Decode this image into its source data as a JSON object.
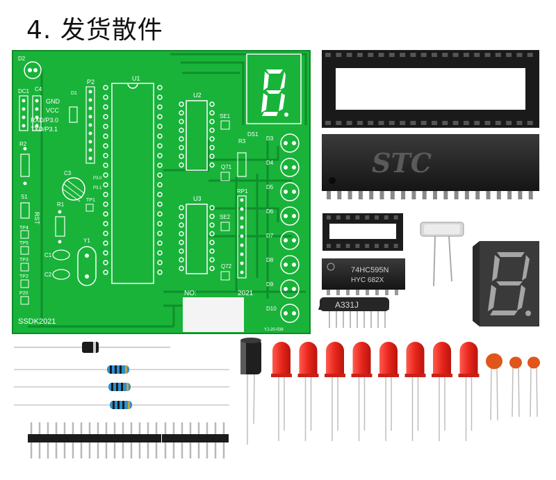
{
  "title": "4. 发货散件",
  "pcb": {
    "board_name": "SSDK2021",
    "year": "2021",
    "no_label": "NO:",
    "version": "YJ-20-038",
    "labels": {
      "d2": "D2",
      "dc1": "DC1",
      "c4": "C4",
      "gnd": "GND",
      "vcc": "VCC",
      "rxd": "RXD/P3.0",
      "txd": "TXD/P3.1",
      "d1": "D1",
      "p2": "P2",
      "u1": "U1",
      "u2": "U2",
      "u3": "U3",
      "se1": "SE1",
      "se2": "SE2",
      "ds1": "DS1",
      "r3": "R3",
      "q71": "Q71",
      "q72": "Q72",
      "rp1": "RP1",
      "r2": "R2",
      "c3": "C3",
      "s1": "S1",
      "rst": "RST",
      "r1": "R1",
      "tp1": "TP1",
      "tp4": "TP4",
      "tp5": "TP5",
      "tp3": "TP3",
      "tp2": "TP2",
      "p20": "P20",
      "c1": "C1",
      "c2": "C2",
      "y1": "Y1",
      "d3": "D3",
      "d4": "D4",
      "d5": "D5",
      "d6": "D6",
      "d7": "D7",
      "d8": "D8",
      "d9": "D9",
      "d10": "D10",
      "p30": "P3.0",
      "p31": "P3.1"
    }
  },
  "chips": {
    "mcu_brand": "STC",
    "shift_register": "74HC595N",
    "shift_register_code": "HYC 682X",
    "resistor_network": "A331J"
  },
  "colors": {
    "pcb_green": "#19b33a",
    "pcb_dark": "#0f8a2a",
    "led_red": "#e8261c",
    "ceramic_orange": "#e0561b",
    "resistor_blue": "#2e8fd0"
  }
}
